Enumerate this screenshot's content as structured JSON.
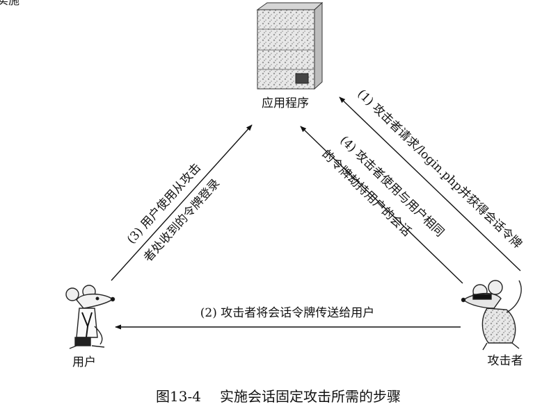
{
  "corner_fragment": "的实施",
  "nodes": {
    "server": {
      "label": "应用程序",
      "icon": "server-tower-icon"
    },
    "user": {
      "label": "用户",
      "icon": "mouse-user-icon"
    },
    "attacker": {
      "label": "攻击者",
      "icon": "masked-mouse-attacker-icon"
    }
  },
  "edges": [
    {
      "id": "step1",
      "from": "attacker",
      "to": "server",
      "label": "(1) 攻击者请求/login.php并获得会话令牌"
    },
    {
      "id": "step2",
      "from": "attacker",
      "to": "user",
      "label": "(2) 攻击者将会话令牌传送给用户"
    },
    {
      "id": "step3",
      "from": "user",
      "to": "server",
      "label_lines": [
        "(3) 用户使用从攻击",
        "者处收到的令牌登录"
      ]
    },
    {
      "id": "step4",
      "from": "attacker",
      "to": "server",
      "label_lines": [
        "(4) 攻击者使用与用户相同",
        "的令牌劫持用户的会话"
      ]
    }
  ],
  "caption": {
    "number": "图13-4",
    "title": "实施会话固定攻击所需的步骤"
  }
}
